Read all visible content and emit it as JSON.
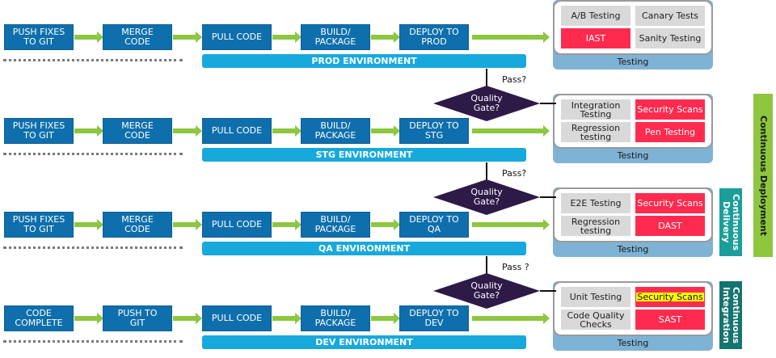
{
  "rows": [
    {
      "name": "prod",
      "steps": [
        "PUSH FIXES\nTO GIT",
        "MERGE\nCODE",
        "PULL CODE",
        "BUILD/\nPACKAGE",
        "DEPLOY TO\nPROD"
      ],
      "environment": "PROD ENVIRONMENT",
      "testing": {
        "cells": [
          {
            "label": "A/B Testing",
            "style": "grey"
          },
          {
            "label": "Canary Tests",
            "style": "grey"
          },
          {
            "label": "IAST",
            "style": "red"
          },
          {
            "label": "Sanity Testing",
            "style": "grey"
          }
        ],
        "label": "Testing"
      }
    },
    {
      "name": "stg",
      "steps": [
        "PUSH FIXES\nTO GIT",
        "MERGE\nCODE",
        "PULL CODE",
        "BUILD/\nPACKAGE",
        "DEPLOY TO\nSTG"
      ],
      "environment": "STG  ENVIRONMENT",
      "testing": {
        "cells": [
          {
            "label": "Integration\nTesting",
            "style": "grey"
          },
          {
            "label": "Security Scans",
            "style": "red"
          },
          {
            "label": "Regression\ntesting",
            "style": "grey"
          },
          {
            "label": "Pen Testing",
            "style": "red"
          }
        ],
        "label": "Testing"
      }
    },
    {
      "name": "qa",
      "steps": [
        "PUSH FIXES\nTO GIT",
        "MERGE\nCODE",
        "PULL CODE",
        "BUILD/\nPACKAGE",
        "DEPLOY TO\nQA"
      ],
      "environment": "QA ENVIRONMENT",
      "testing": {
        "cells": [
          {
            "label": "E2E Testing",
            "style": "grey"
          },
          {
            "label": "Security Scans",
            "style": "red"
          },
          {
            "label": "Regression\ntesting",
            "style": "grey"
          },
          {
            "label": "DAST",
            "style": "red"
          }
        ],
        "label": "Testing"
      }
    },
    {
      "name": "dev",
      "steps": [
        "CODE\nCOMPLETE",
        "PUSH TO\nGIT",
        "PULL CODE",
        "BUILD/\nPACKAGE",
        "DEPLOY TO\nDEV"
      ],
      "environment": "DEV ENVIRONMENT",
      "testing": {
        "cells": [
          {
            "label": "Unit Testing",
            "style": "grey"
          },
          {
            "label": "Security Scans",
            "style": "red",
            "highlight": true
          },
          {
            "label": "Code Quality\nChecks",
            "style": "grey"
          },
          {
            "label": "SAST",
            "style": "red"
          }
        ],
        "label": "Testing"
      }
    }
  ],
  "gates": [
    {
      "label": "Quality\nGate?",
      "pass_label": "Pass?"
    },
    {
      "label": "Quality\nGate?",
      "pass_label": "Pass?"
    },
    {
      "label": "Quality\nGate?",
      "pass_label": "Pass ?"
    }
  ],
  "bands": {
    "continuous_deployment": "Continuous Deployment",
    "continuous_delivery": "Continuous\nDelivery",
    "continuous_integration": "Continuous\nIntegration"
  },
  "colors": {
    "step_blue": "#0f6fad",
    "env_blue": "#17a9dc",
    "arrow_green": "#8dc63f",
    "gate_purple": "#2e1a47",
    "security_red": "#ff2b4f",
    "testing_panel": "#7fb3d5",
    "deployment_green": "#8dc63f",
    "delivery_teal": "#1b9e9a",
    "integration_teal": "#14746f",
    "highlight_yellow": "#ffff00"
  }
}
